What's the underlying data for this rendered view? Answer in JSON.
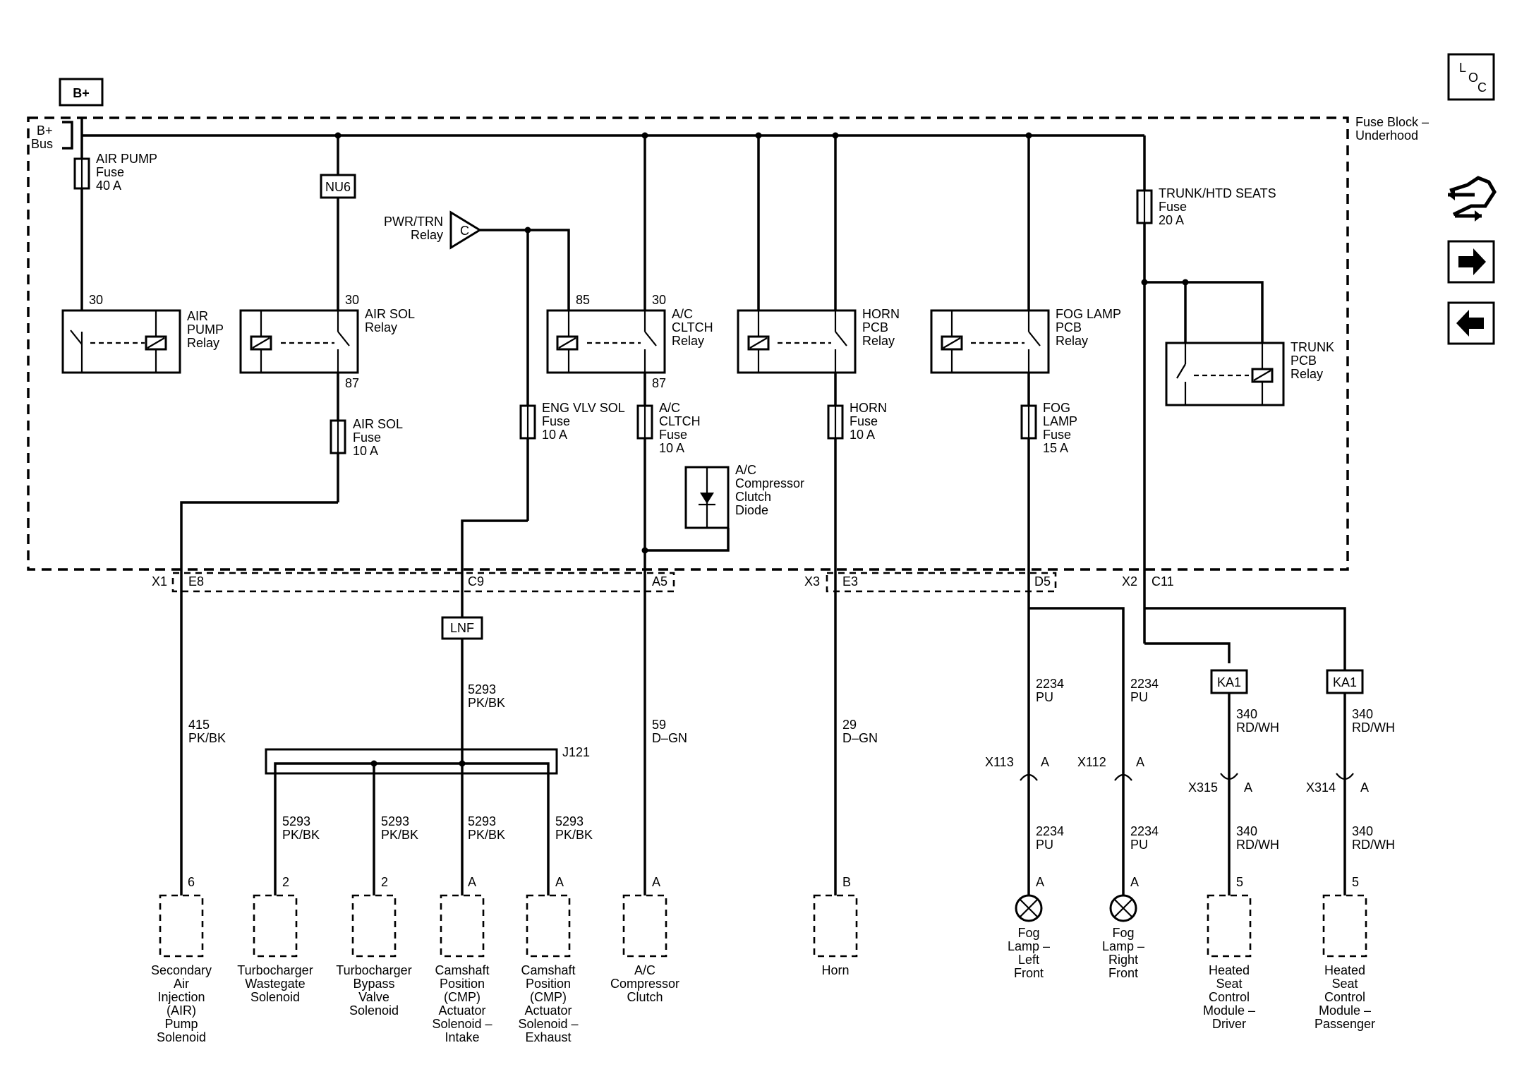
{
  "battery": "B+",
  "bus_label": [
    "B+",
    "Bus"
  ],
  "fuse_block_label": [
    "Fuse Block –",
    "Underhood"
  ],
  "loc_icon": [
    "L",
    "O",
    "C"
  ],
  "side_icons": [
    "connector-icon",
    "arrow-right-icon",
    "arrow-left-icon"
  ],
  "fuses": {
    "air_pump": [
      "AIR PUMP",
      "Fuse",
      "40 A"
    ],
    "air_sol": [
      "AIR SOL",
      "Fuse",
      "10 A"
    ],
    "eng_vlv_sol": [
      "ENG VLV SOL",
      "Fuse",
      "10 A"
    ],
    "ac_clutch": [
      "A/C",
      "CLTCH",
      "Fuse",
      "10 A"
    ],
    "horn": [
      "HORN",
      "Fuse",
      "10 A"
    ],
    "fog_lamp": [
      "FOG",
      "LAMP",
      "Fuse",
      "15 A"
    ],
    "trunk_htd_seats": [
      "TRUNK/HTD SEATS",
      "Fuse",
      "20 A"
    ]
  },
  "relays": {
    "air_pump": [
      "AIR",
      "PUMP",
      "Relay"
    ],
    "air_sol": [
      "AIR SOL",
      "Relay"
    ],
    "ac_clutch": [
      "A/C",
      "CLTCH",
      "Relay"
    ],
    "horn": [
      "HORN",
      "PCB",
      "Relay"
    ],
    "fog_lamp": [
      "FOG LAMP",
      "PCB",
      "Relay"
    ],
    "trunk": [
      "TRUNK",
      "PCB",
      "Relay"
    ],
    "pwr_trn": [
      "PWR/TRN",
      "Relay"
    ],
    "pwr_trn_pin": "C"
  },
  "pins": {
    "p30": "30",
    "p87": "87",
    "p85": "85"
  },
  "option_codes": {
    "nu6": "NU6",
    "lnf": "LNF",
    "ka1": "KA1"
  },
  "diode": [
    "A/C",
    "Compressor",
    "Clutch",
    "Diode"
  ],
  "connectors": {
    "x1": "X1",
    "e8": "E8",
    "c9": "C9",
    "a5": "A5",
    "x3": "X3",
    "e3": "E3",
    "d5": "D5",
    "x2": "X2",
    "c11": "C11",
    "x113": "X113",
    "x112": "X112",
    "x315": "X315",
    "x314": "X314",
    "a": "A",
    "j121": "J121"
  },
  "wires": {
    "w415": [
      "415",
      "PK/BK"
    ],
    "w5293": [
      "5293",
      "PK/BK"
    ],
    "w59": [
      "59",
      "D–GN"
    ],
    "w29": [
      "29",
      "D–GN"
    ],
    "w2234": [
      "2234",
      "PU"
    ],
    "w340": [
      "340",
      "RD/WH"
    ]
  },
  "components": [
    {
      "pin": "6",
      "label": [
        "Secondary",
        "Air",
        "Injection",
        "(AIR)",
        "Pump",
        "Solenoid"
      ]
    },
    {
      "pin": "2",
      "label": [
        "Turbocharger",
        "Wastegate",
        "Solenoid"
      ]
    },
    {
      "pin": "2",
      "label": [
        "Turbocharger",
        "Bypass",
        "Valve",
        "Solenoid"
      ]
    },
    {
      "pin": "A",
      "label": [
        "Camshaft",
        "Position",
        "(CMP)",
        "Actuator",
        "Solenoid –",
        "Intake"
      ]
    },
    {
      "pin": "A",
      "label": [
        "Camshaft",
        "Position",
        "(CMP)",
        "Actuator",
        "Solenoid –",
        "Exhaust"
      ]
    },
    {
      "pin": "A",
      "label": [
        "A/C",
        "Compressor",
        "Clutch"
      ]
    },
    {
      "pin": "B",
      "label": [
        "Horn"
      ]
    },
    {
      "pin": "A",
      "label": [
        "Fog",
        "Lamp –",
        "Left",
        "Front"
      ]
    },
    {
      "pin": "A",
      "label": [
        "Fog",
        "Lamp –",
        "Right",
        "Front"
      ]
    },
    {
      "pin": "5",
      "label": [
        "Heated",
        "Seat",
        "Control",
        "Module –",
        "Driver"
      ]
    },
    {
      "pin": "5",
      "label": [
        "Heated",
        "Seat",
        "Control",
        "Module –",
        "Passenger"
      ]
    }
  ]
}
